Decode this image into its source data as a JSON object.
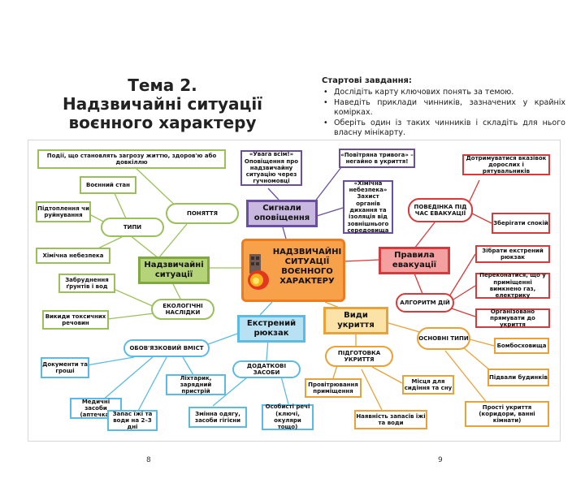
{
  "title": {
    "line1": "Тема 2.",
    "line2": "Надзвичайні ситуації",
    "line3": "воєнного характеру"
  },
  "tasks": {
    "heading": "Стартові завдання:",
    "items": [
      "Дослідіть карту ключових понять за темою.",
      "Наведіть приклади чинників, зазначених у крайніх комірках.",
      "Оберіть один із таких чинників і складіть для нього власну мінікарту."
    ]
  },
  "map": {
    "center": "НАДЗВИЧАЙНІ СИТУАЦІЇ ВОЄННОГО ХАРАКТЕРУ",
    "emergency": {
      "title": "Надзвичайні ситуації",
      "definition": "Події, що становлять загрозу життю, здоров'ю або довкіллю",
      "concepts": "ПОНЯТТЯ",
      "types": "ТИПИ",
      "martial_law": "Воєнний стан",
      "flooding": "Підтоплення чи руйнування",
      "chemical": "Хімічна небезпека",
      "eco": "ЕКОЛОГІЧНІ НАСЛІДКИ",
      "soil": "Забруднення ґрунтів і вод",
      "toxic": "Викиди токсичних речовин"
    },
    "signals": {
      "title": "Сигнали оповіщення",
      "attention": "«Увага всім!» Оповіщення про надзвичайну ситуацію через гучномовці",
      "air_raid": "«Повітряна тривога» – негайно в укриття!",
      "chem": "«Хімічна небезпека» Захист органів дихання та ізоляція від зовнішнього середовища"
    },
    "evacuation": {
      "title": "Правила евакуації",
      "behavior": "ПОВЕДІНКА ПІД ЧАС ЕВАКУАЦІЇ",
      "follow": "Дотримуватися вказівок дорослих і рятувальників",
      "calm": "Зберігати спокій",
      "algorithm": "АЛГОРИТМ ДІЙ",
      "pack": "Зібрати екстрений рюкзак",
      "check": "Переконатися, що у приміщенні вимкнено газ, електрику",
      "organized": "Організовано прямувати до укриття"
    },
    "backpack": {
      "title": "Екстрений рюкзак",
      "mandatory": "ОБОВ'ЯЗКОВИЙ ВМІСТ",
      "additional": "ДОДАТКОВІ ЗАСОБИ",
      "docs": "Документи та гроші",
      "medical": "Медичні засоби (аптечка)",
      "food": "Запас їжі та води на 2–3 дні",
      "flashlight": "Ліхтарик, зарядний пристрій",
      "clothes": "Змінна одягу, засоби гігієни",
      "personal": "Особисті речі (ключі, окуляри тощо)"
    },
    "shelters": {
      "title": "Види укриття",
      "prep": "ПІДГОТОВКА УКРИТТЯ",
      "main_types": "ОСНОВНІ ТИПИ",
      "ventilation": "Провітрювання приміщення",
      "sleep": "Місця для сидіння та сну",
      "supplies": "Наявність запасів їжі та води",
      "bomb": "Бомбосховища",
      "basements": "Підвали будинків",
      "simple": "Прості укриття (коридори, ванні кімнати)"
    }
  },
  "pages": {
    "left": "8",
    "right": "9"
  },
  "colors": {
    "green": "#9ac05a",
    "purple": "#6a4f9c",
    "red": "#d63a3a",
    "orange": "#e9a23a",
    "blue": "#5bbbe3",
    "center": "#f7a24a"
  }
}
